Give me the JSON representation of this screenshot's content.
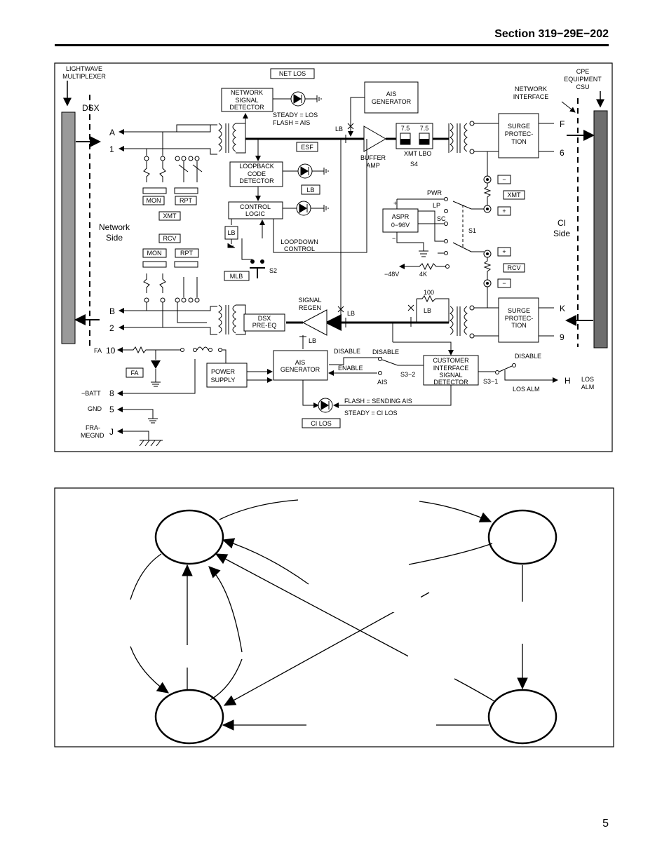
{
  "header": {
    "section": "Section 319−29E−202"
  },
  "page": {
    "number": "5"
  },
  "diagram": {
    "left": {
      "lightwave_1": "LIGHTWAVE",
      "lightwave_2": "MULTIPLEXER",
      "dsx": "DSX",
      "network_side_1": "Network",
      "network_side_2": "Side",
      "term_a": "A",
      "term_1": "1",
      "term_b": "B",
      "term_2": "2",
      "fa_label": "FA",
      "term_10": "10",
      "batt": "−BATT",
      "term_8": "8",
      "gnd": "GND",
      "term_5": "5",
      "fra_1": "FRA-",
      "fra_2": "MEGND",
      "term_j": "J"
    },
    "blocks": {
      "net_los": "NET LOS",
      "nsd_1": "NETWORK",
      "nsd_2": "SIGNAL",
      "nsd_3": "DETECTOR",
      "steady_los": "STEADY = LOS",
      "flash_ais": "FLASH  = AIS",
      "ais_gen_top_1": "AIS",
      "ais_gen_top_2": "GENERATOR",
      "esf": "ESF",
      "lcd_1": "LOOPBACK",
      "lcd_2": "CODE",
      "lcd_3": "DETECTOR",
      "lb_led": "LB",
      "cl_1": "CONTROL",
      "cl_2": "LOGIC",
      "lb_box": "LB",
      "loopdown_1": "LOOPDOWN",
      "loopdown_2": "CONTROL",
      "mlb": "MLB",
      "s2": "S2",
      "mon_top": "MON",
      "rpt_top": "RPT",
      "xmt_left": "XMT",
      "rcv_left": "RCV",
      "mon_bot": "MON",
      "rpt_bot": "RPT",
      "lb_top": "LB",
      "buffer_1": "BUFFER",
      "buffer_2": "AMP",
      "lbo_1": "7.5",
      "lbo_2": "7.5",
      "xmt_lbo": "XMT LBO",
      "s4": "S4",
      "sp_top_1": "SURGE",
      "sp_top_2": "PROTEC-",
      "sp_top_3": "TION",
      "sp_bot_1": "SURGE",
      "sp_bot_2": "PROTEC-",
      "sp_bot_3": "TION",
      "pwr": "PWR",
      "lp": "LP",
      "sc": "SC",
      "s1": "S1",
      "aspr_1": "ASPR",
      "aspr_2": "0−96V",
      "plus_1": "+",
      "minus_1": "−",
      "minus_48": "−48V",
      "r4k": "4K",
      "r100": "100",
      "lb_right": "LB",
      "signal_regen_1": "SIGNAL",
      "signal_regen_2": "REGEN",
      "lb_mid": "LB",
      "lb_regen": "LB",
      "dsx_pre_1": "DSX",
      "dsx_pre_2": "PRE-EQ",
      "disable_1": "DISABLE",
      "enable": "ENABLE",
      "ais_gen_bot_1": "AIS",
      "ais_gen_bot_2": "GENERATOR",
      "disable_2": "DISABLE",
      "s3_2": "S3−2",
      "ais": "AIS",
      "cisd_1": "CUSTOMER",
      "cisd_2": "INTERFACE",
      "cisd_3": "SIGNAL",
      "cisd_4": "DETECTOR",
      "s3_1": "S3−1",
      "disable_3": "DISABLE",
      "los_alm": "LOS ALM",
      "flash_sending": "FLASH = SENDING AIS",
      "steady_ci": "STEADY = CI LOS",
      "ci_los": "CI LOS",
      "power_1": "POWER",
      "power_2": "SUPPLY",
      "fa_box": "FA"
    },
    "right": {
      "cpe_1": "CPE",
      "cpe_2": "EQUIPMENT",
      "cpe_3": "CSU",
      "ni_1": "NETWORK",
      "ni_2": "INTERFACE",
      "term_f": "F",
      "term_6": "6",
      "term_k": "K",
      "term_9": "9",
      "xmt": "XMT",
      "rcv": "RCV",
      "minus_a": "−",
      "plus_a": "+",
      "plus_b": "+",
      "minus_b": "−",
      "ci_1": "CI",
      "ci_2": "Side",
      "term_h": "H",
      "los_1": "LOS",
      "los_2": "ALM"
    }
  },
  "state_diagram": {
    "nodes": 4
  }
}
